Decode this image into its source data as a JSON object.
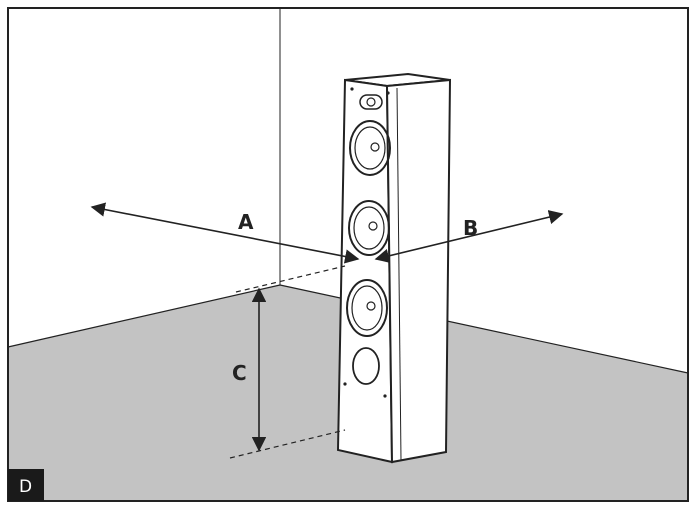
{
  "diagram": {
    "labels": {
      "a": "A",
      "b": "B",
      "c": "C"
    },
    "badge": "D",
    "colors": {
      "floor": "#c3c3c3",
      "wall": "#ffffff",
      "line": "#222222",
      "frame": "#222222",
      "badge_bg": "#1a1a1a"
    }
  }
}
